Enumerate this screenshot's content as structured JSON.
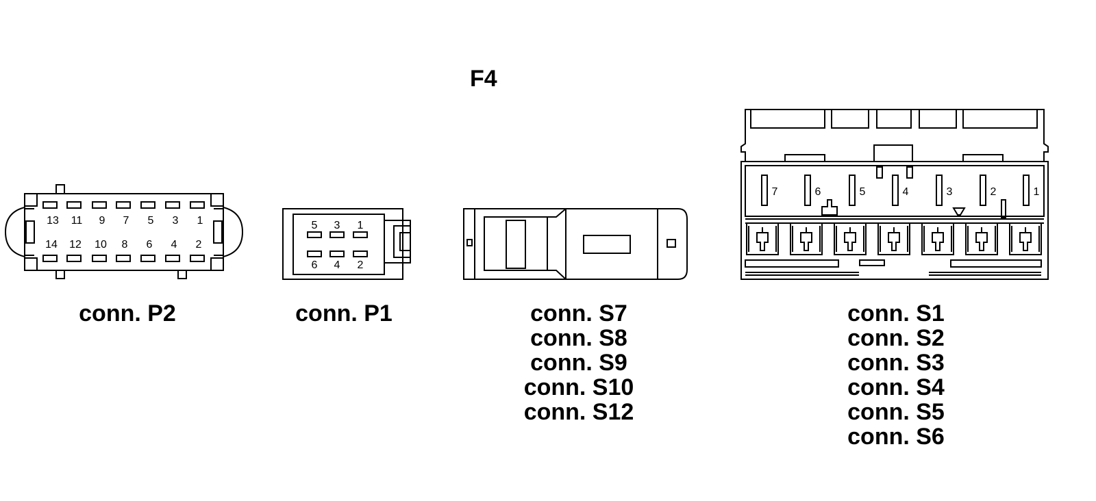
{
  "title": "F4",
  "connectors": {
    "p2": {
      "label": "conn. P2",
      "pins_top": [
        "13",
        "11",
        "9",
        "7",
        "5",
        "3",
        "1"
      ],
      "pins_bottom": [
        "14",
        "12",
        "10",
        "8",
        "6",
        "4",
        "2"
      ]
    },
    "p1": {
      "label": "conn. P1",
      "pins_top": [
        "5",
        "3",
        "1"
      ],
      "pins_bottom": [
        "6",
        "4",
        "2"
      ]
    },
    "s7": {
      "labels": [
        "conn. S7",
        "conn. S8",
        "conn. S9",
        "conn. S10",
        "conn. S12"
      ]
    },
    "s1": {
      "labels": [
        "conn. S1",
        "conn. S2",
        "conn. S3",
        "conn. S4",
        "conn. S5",
        "conn. S6"
      ],
      "pins": [
        "7",
        "6",
        "5",
        "4",
        "3",
        "2",
        "1"
      ]
    }
  }
}
